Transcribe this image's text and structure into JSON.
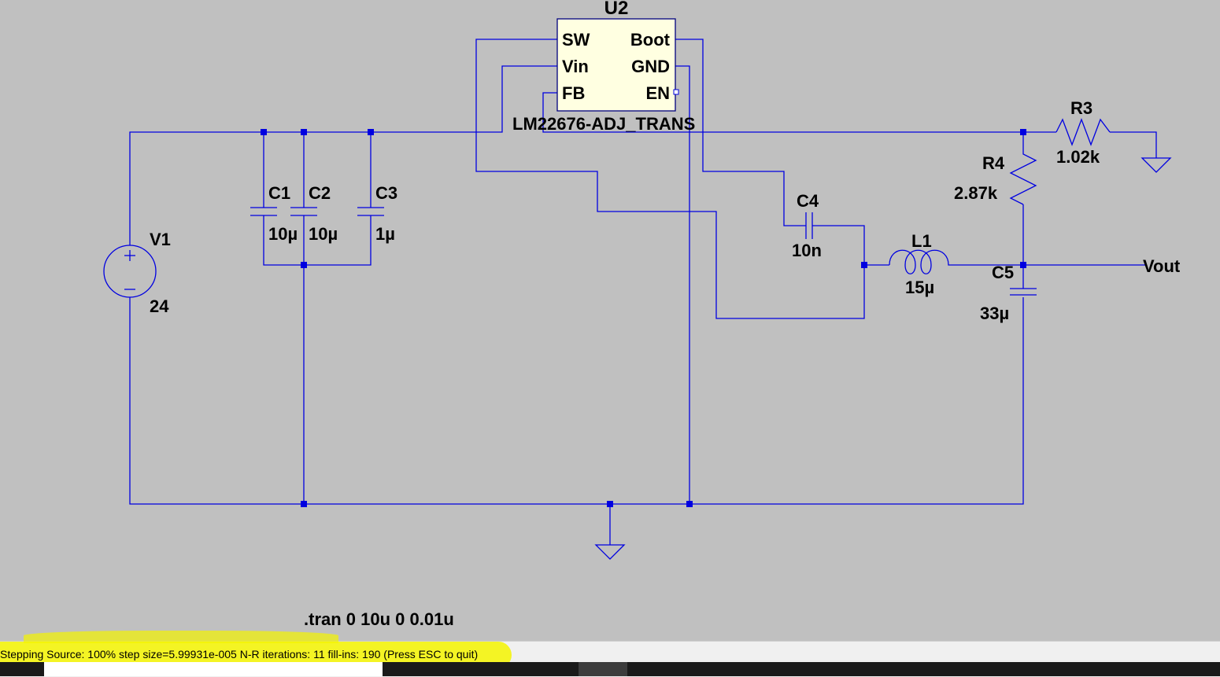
{
  "schematic": {
    "u2": {
      "name": "U2",
      "model": "LM22676-ADJ_TRANS",
      "pins": {
        "sw": "SW",
        "boot": "Boot",
        "vin": "Vin",
        "gnd": "GND",
        "fb": "FB",
        "en": "EN"
      }
    },
    "v1": {
      "name": "V1",
      "value": "24"
    },
    "c1": {
      "name": "C1",
      "value": "10µ"
    },
    "c2": {
      "name": "C2",
      "value": "10µ"
    },
    "c3": {
      "name": "C3",
      "value": "1µ"
    },
    "c4": {
      "name": "C4",
      "value": "10n"
    },
    "c5": {
      "name": "C5",
      "value": "33µ"
    },
    "l1": {
      "name": "L1",
      "value": "15µ"
    },
    "r3": {
      "name": "R3",
      "value": "1.02k"
    },
    "r4": {
      "name": "R4",
      "value": "2.87k"
    },
    "net_vout": "Vout",
    "directive": ".tran 0 10u 0 0.01u"
  },
  "status": {
    "text": "Stepping Source: 100%  step size=5.99931e-005 N-R iterations: 11 fill-ins: 190  (Press ESC to quit)",
    "highlight_color": "#f4f400"
  },
  "colors": {
    "wire": "#0000e0",
    "background": "#c0c0c0",
    "component_fill": "#ffffe1"
  }
}
